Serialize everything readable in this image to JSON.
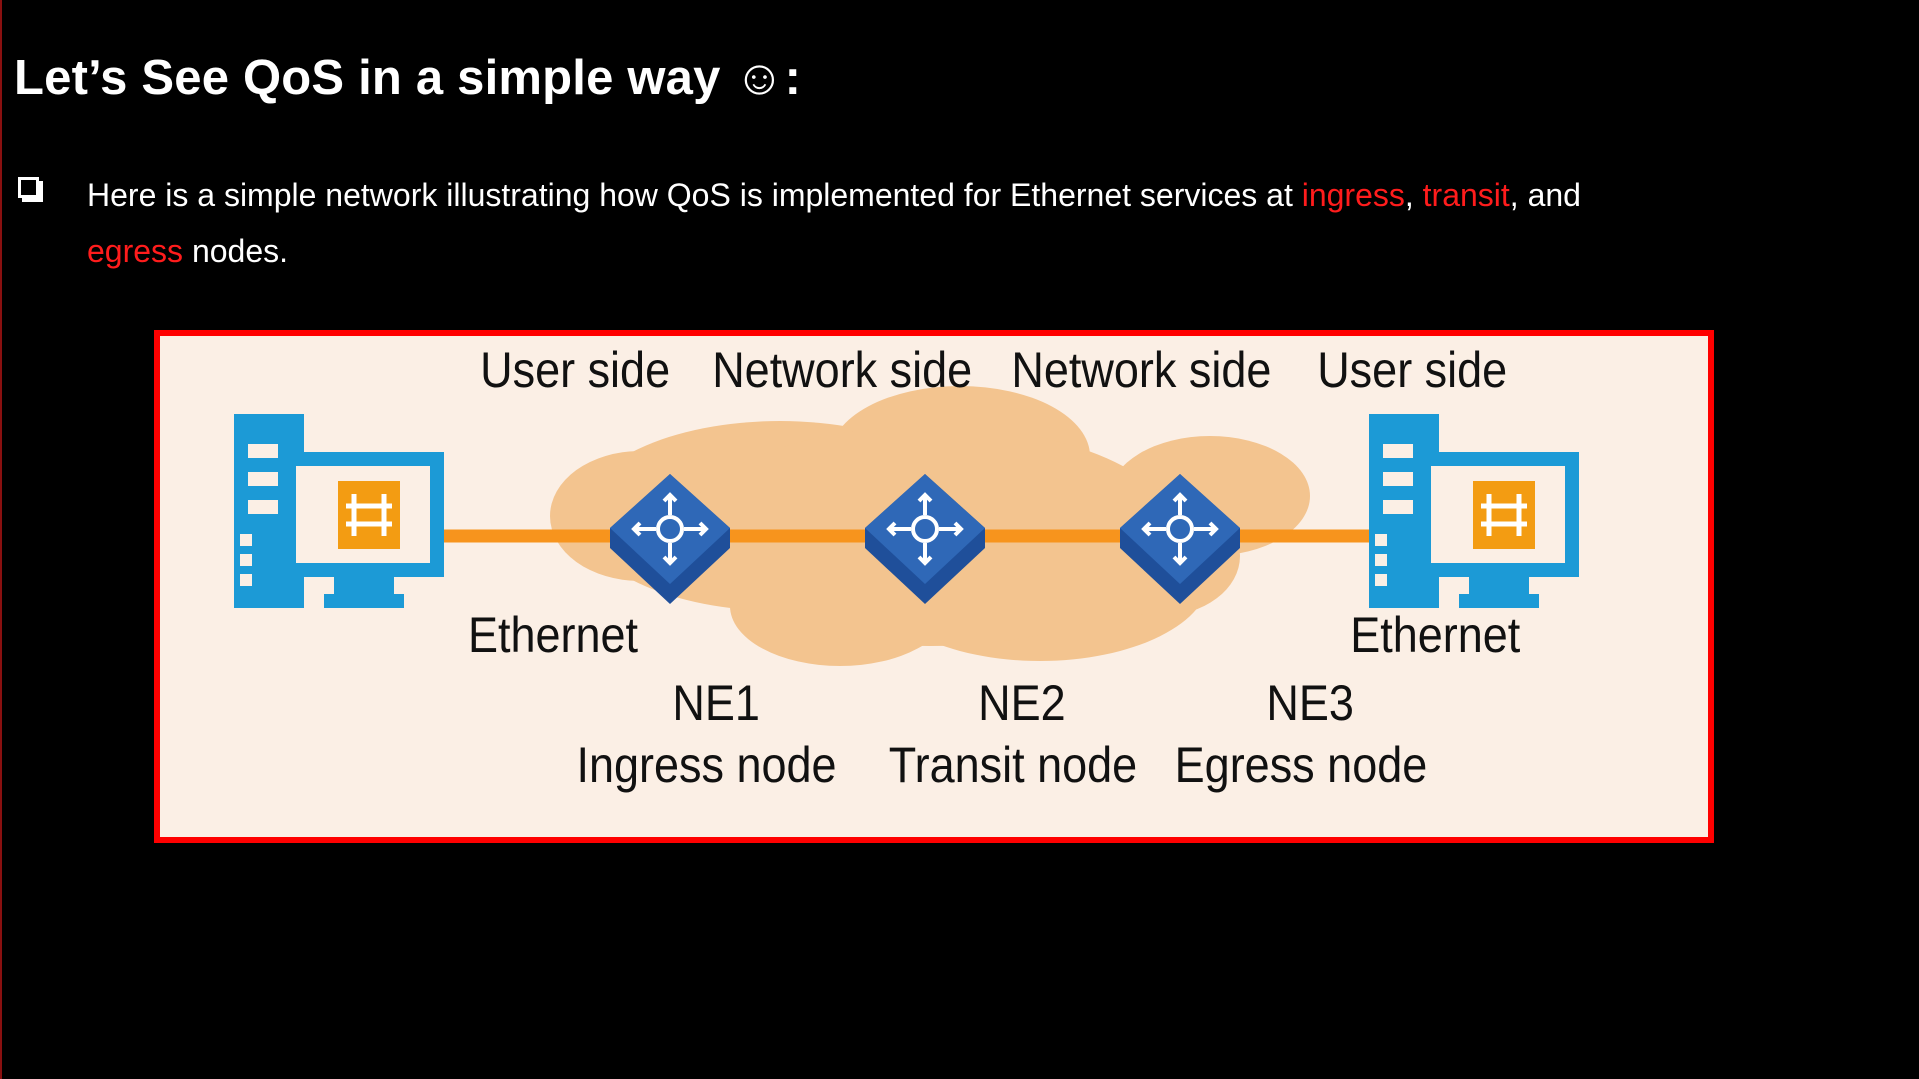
{
  "slide": {
    "title": "Let’s See QoS  in a simple way ☺:",
    "bullet": {
      "text_before": "Here is a simple network illustrating how QoS is implemented for Ethernet services at ",
      "hl_ingress": "ingress",
      "sep1": ", ",
      "hl_transit": "transit",
      "sep2": ", and ",
      "hl_egress": "egress",
      "text_after": " nodes."
    },
    "highlight_color": "#ff1c1c"
  },
  "diagram": {
    "side_labels": [
      "User side",
      "Network side",
      "Network side",
      "User side"
    ],
    "link_labels": [
      "Ethernet",
      "Ethernet"
    ],
    "nodes": [
      {
        "name": "NE1",
        "role": "Ingress node"
      },
      {
        "name": "NE2",
        "role": "Transit node"
      },
      {
        "name": "NE3",
        "role": "Egress node"
      }
    ],
    "colors": {
      "frame_border": "#ff0000",
      "background": "#fbefe5",
      "cloud": "#f3c48f",
      "link": "#f7941d",
      "router": "#2f68b7",
      "pc": "#1c9ad6",
      "pc_screen_icon": "#f39c12"
    }
  }
}
